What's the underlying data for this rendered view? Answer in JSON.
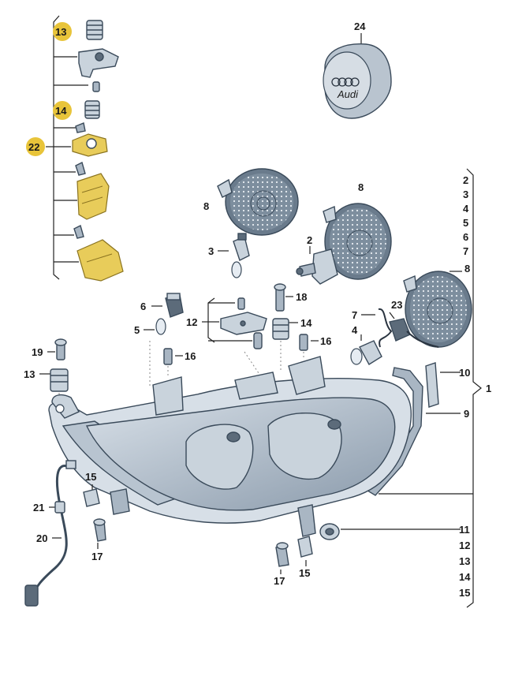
{
  "callouts": {
    "c13a": "13",
    "c14a": "14",
    "c22": "22",
    "c24": "24",
    "c8a": "8",
    "c8b": "8",
    "c8c": "8",
    "c3": "3",
    "c2": "2",
    "c6": "6",
    "c5": "5",
    "c12": "12",
    "c18": "18",
    "c14b": "14",
    "c16a": "16",
    "c16b": "16",
    "c19": "19",
    "c13b": "13",
    "c7": "7",
    "c23": "23",
    "c4": "4",
    "c10": "10",
    "c9": "9",
    "c1": "1",
    "c15a": "15",
    "c21": "21",
    "c20": "20",
    "c17a": "17",
    "c17b": "17",
    "c15b": "15",
    "c11": "11"
  },
  "group_list": [
    "2",
    "3",
    "4",
    "5",
    "6",
    "7",
    "8"
  ],
  "group_list_bottom": [
    "11",
    "12",
    "13",
    "14",
    "15"
  ],
  "cap_logo_text": "Audi",
  "colors": {
    "badge": "#e8c43a",
    "part_fill": "#c9d3dc",
    "bracket_gold": "#e8cc5a",
    "outline": "#3a4a5a"
  }
}
